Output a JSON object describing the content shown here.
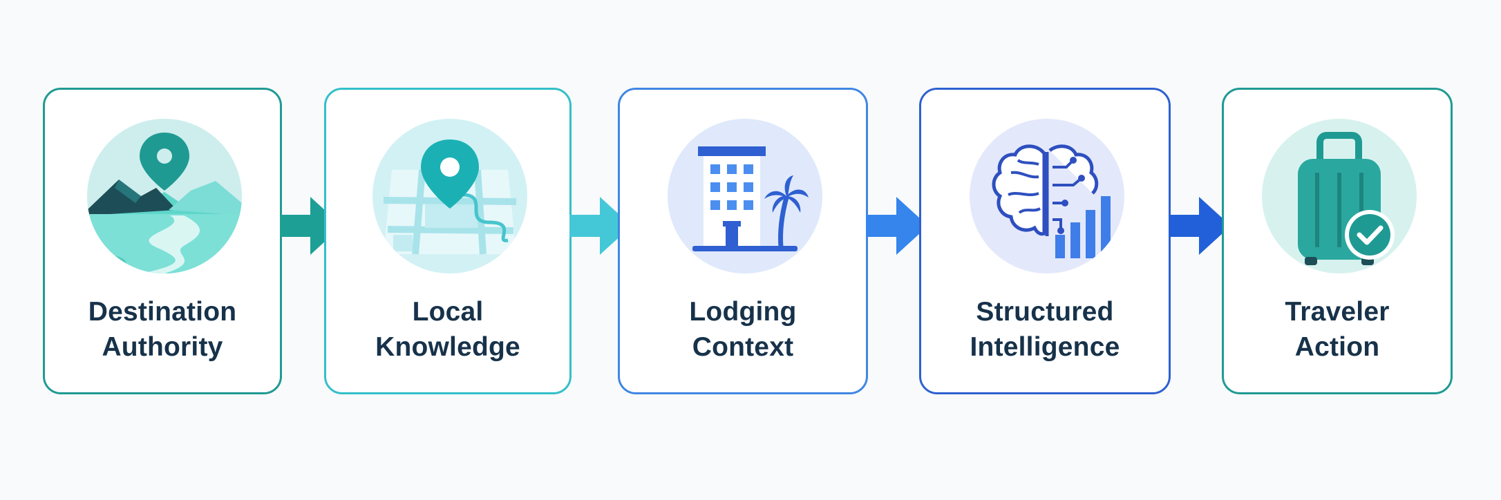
{
  "steps": [
    {
      "line1": "Destination",
      "line2": "Authority",
      "icon": "mountain-pin-icon",
      "color": "#1f9a93"
    },
    {
      "line1": "Local",
      "line2": "Knowledge",
      "icon": "map-pin-icon",
      "color": "#33bfc9"
    },
    {
      "line1": "Lodging",
      "line2": "Context",
      "icon": "hotel-palm-icon",
      "color": "#3f86e4"
    },
    {
      "line1": "Structured",
      "line2": "Intelligence",
      "icon": "brain-chart-icon",
      "color": "#2f60d0"
    },
    {
      "line1": "Traveler",
      "line2": "Action",
      "icon": "luggage-check-icon",
      "color": "#1f9a93"
    }
  ],
  "arrows": [
    {
      "color": "#1d9f96"
    },
    {
      "color": "#44c8d8"
    },
    {
      "color": "#3585ec"
    },
    {
      "color": "#2260d9"
    }
  ]
}
